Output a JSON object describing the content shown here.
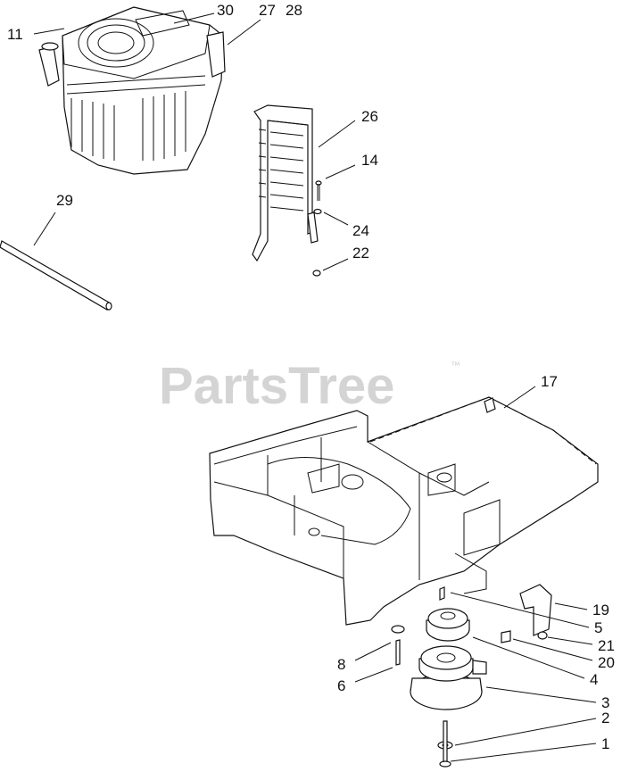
{
  "watermark": {
    "text": "PartsTree",
    "trademark": "™"
  },
  "callouts": [
    "30",
    "27",
    "28",
    "11",
    "26",
    "14",
    "29",
    "24",
    "22",
    "17",
    "19",
    "5",
    "21",
    "20",
    "8",
    "4",
    "6",
    "3",
    "2",
    "1"
  ],
  "colors": {
    "line": "#111111",
    "watermark": "#d4d4d4",
    "background": "#ffffff"
  }
}
